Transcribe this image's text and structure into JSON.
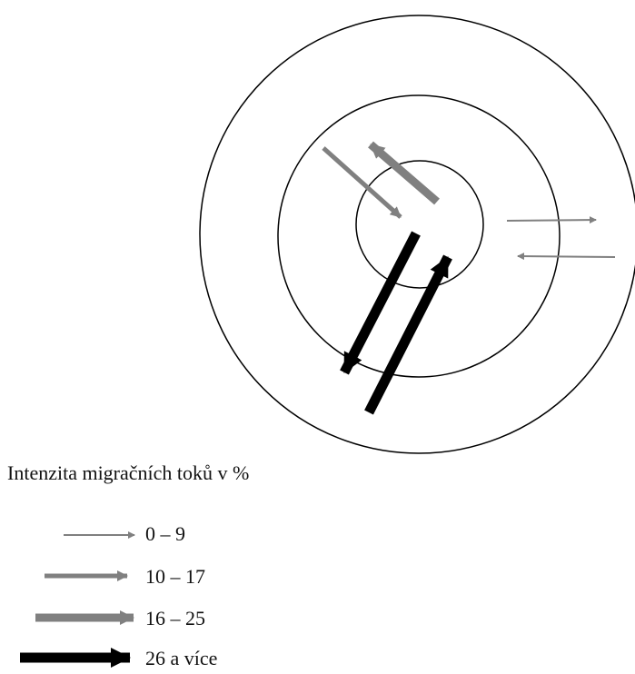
{
  "legend": {
    "title": "Intenzita migračních toků v %",
    "items": [
      {
        "label": "0 – 9",
        "color": "#808080"
      },
      {
        "label": "10 – 17",
        "color": "#808080"
      },
      {
        "label": "16 – 25",
        "color": "#808080"
      },
      {
        "label": "26 a více",
        "color": "#000000"
      }
    ]
  },
  "colors": {
    "ring": "#000000",
    "gray_arrow": "#808080",
    "black_arrow": "#000000"
  }
}
